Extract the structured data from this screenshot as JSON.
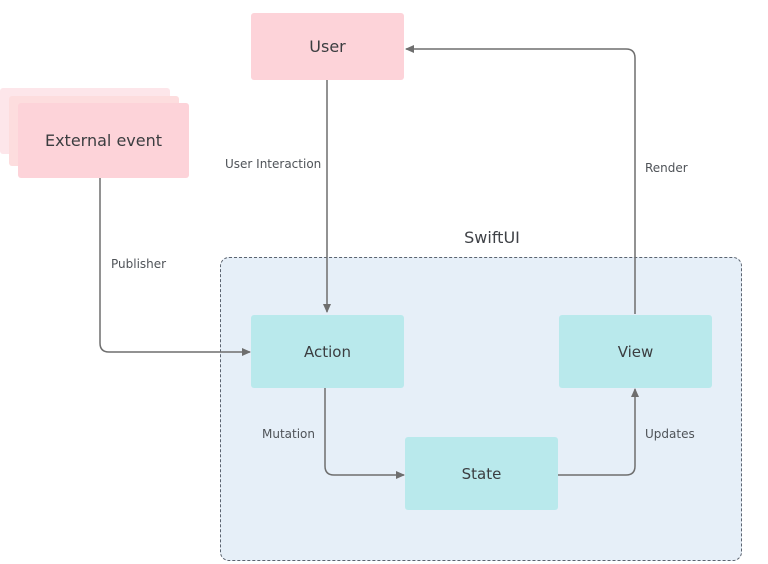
{
  "group": {
    "title": "SwiftUI"
  },
  "nodes": {
    "user": "User",
    "external_event": "External event",
    "action": "Action",
    "view": "View",
    "state": "State"
  },
  "edges": {
    "user_interaction": "User Interaction",
    "render": "Render",
    "publisher": "Publisher",
    "mutation": "Mutation",
    "updates": "Updates"
  },
  "colors": {
    "user_fill": "#fdd3d9",
    "swiftui_fill": "#e6eff8",
    "swiftui_nodes": "#b9e9ec",
    "arrow": "#6e6e6e"
  }
}
